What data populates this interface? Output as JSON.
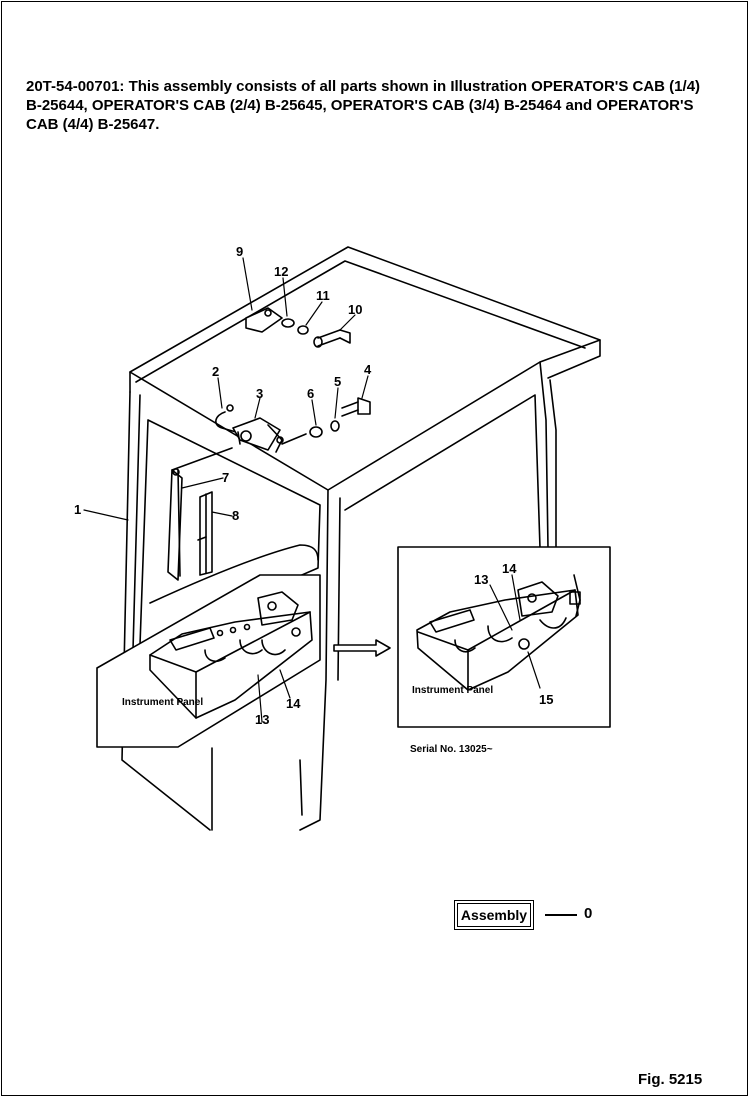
{
  "header": {
    "text": "20T-54-00701: This assembly consists of all parts shown in Illustration OPERATOR'S CAB (1/4) B-25644, OPERATOR'S CAB (2/4) B-25645, OPERATOR'S CAB (3/4) B-25464 and OPERATOR'S CAB (4/4) B-25647."
  },
  "callouts": {
    "n1": "1",
    "n2": "2",
    "n3": "3",
    "n4": "4",
    "n5": "5",
    "n6": "6",
    "n7": "7",
    "n8": "8",
    "n9": "9",
    "n10": "10",
    "n11": "11",
    "n12": "12",
    "left_13": "13",
    "left_14": "14",
    "right_13": "13",
    "right_14": "14",
    "right_15": "15"
  },
  "left_inset": {
    "label": "Instrument Panel"
  },
  "right_inset": {
    "label": "Instrument Panel",
    "serial": "Serial No. 13025~"
  },
  "assembly": {
    "label": "Assembly",
    "value": "0"
  },
  "figure": {
    "label": "Fig. 5215"
  }
}
